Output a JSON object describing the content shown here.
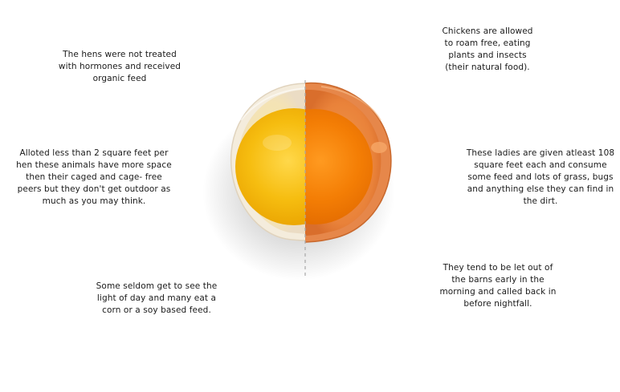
{
  "notes": {
    "left_top": "The hens were not treated\nwith hormones and received\norganic feed",
    "left_mid": "Alloted less than 2 square feet per\nhen these animals have more space\nthen their caged and cage- free\npeers but they don't get outdoor as\nmuch as you may think.",
    "left_bottom": "Some seldom get to see the\nlight of day and many eat a\ncorn or a soy based feed.",
    "right_top": "Chickens are allowed\nto roam free, eating\nplants and insects\n(their natural food).",
    "right_mid": "These ladies are given atleast 108\nsquare feet each and consume\nsome feed and lots of grass, bugs\nand anything else they can find in\nthe dirt.",
    "right_bottom": "They tend to be let out of\nthe barns early in the\nmorning and called back in\nbefore nightfall."
  },
  "colors": {
    "left_yolk": "#f2b400",
    "right_yolk": "#f07800",
    "left_shell": "#f6efe2",
    "right_shell": "#e07a3a",
    "divider": "#b0b0b0",
    "text": "#1a1a1a"
  }
}
